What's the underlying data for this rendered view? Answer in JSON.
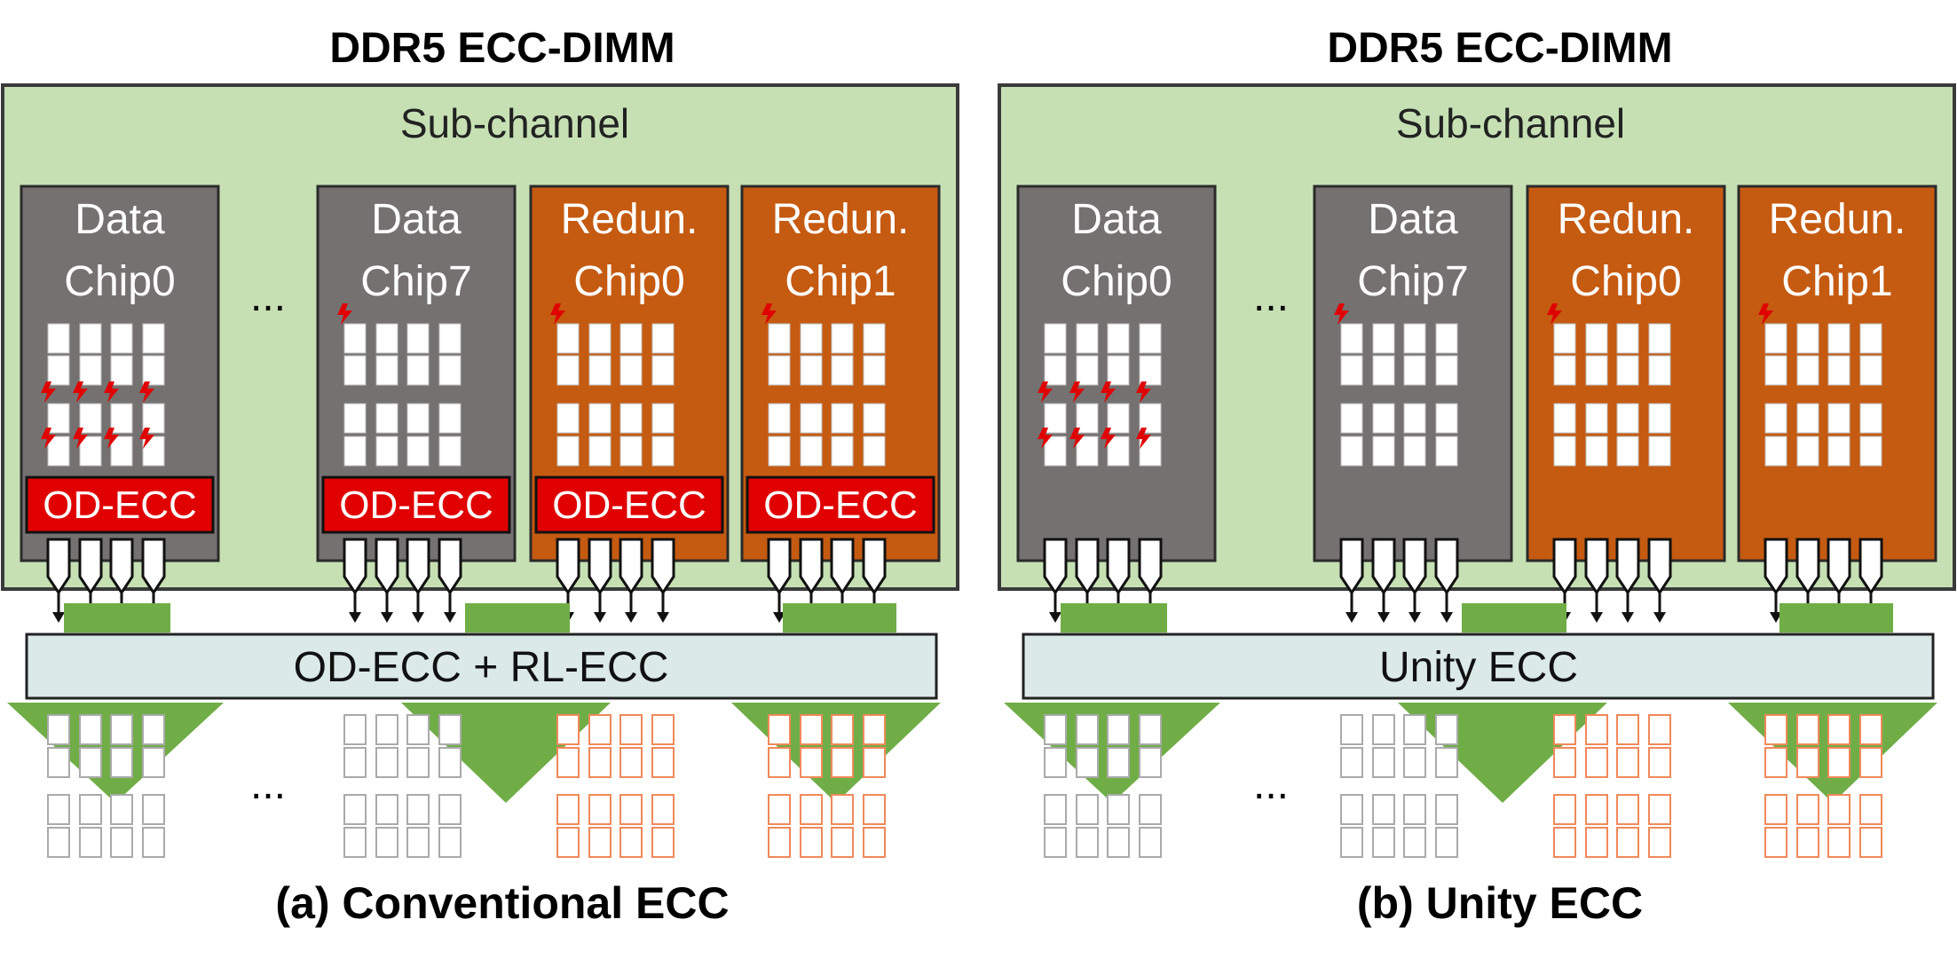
{
  "panels": [
    {
      "title": "DDR5 ECC-DIMM",
      "subchannel_label": "Sub-channel",
      "chips": [
        {
          "line1": "Data",
          "line2": "Chip0",
          "kind": "data",
          "ondie_label": "OD-ECC"
        },
        {
          "line1": "Data",
          "line2": "Chip7",
          "kind": "data",
          "ondie_label": "OD-ECC"
        },
        {
          "line1": "Redun.",
          "line2": "Chip0",
          "kind": "redundant",
          "ondie_label": "OD-ECC"
        },
        {
          "line1": "Redun.",
          "line2": "Chip1",
          "kind": "redundant",
          "ondie_label": "OD-ECC"
        }
      ],
      "ellipsis": "...",
      "decoder_label": "OD-ECC + RL-ECC",
      "caption": "(a) Conventional ECC"
    },
    {
      "title": "DDR5 ECC-DIMM",
      "subchannel_label": "Sub-channel",
      "chips": [
        {
          "line1": "Data",
          "line2": "Chip0",
          "kind": "data"
        },
        {
          "line1": "Data",
          "line2": "Chip7",
          "kind": "data"
        },
        {
          "line1": "Redun.",
          "line2": "Chip0",
          "kind": "redundant"
        },
        {
          "line1": "Redun.",
          "line2": "Chip1",
          "kind": "redundant"
        }
      ],
      "ellipsis": "...",
      "decoder_label": "Unity ECC",
      "caption": "(b) Unity ECC"
    }
  ],
  "colors": {
    "subchannel_fill": "#c6e0b4",
    "data_chip": "#767171",
    "redundant_chip": "#c55a11",
    "ondie_ecc": "#e00000",
    "decoder_fill": "#dbe9e8",
    "arrow_green": "#70ad47",
    "error_bolt": "#e00000"
  }
}
